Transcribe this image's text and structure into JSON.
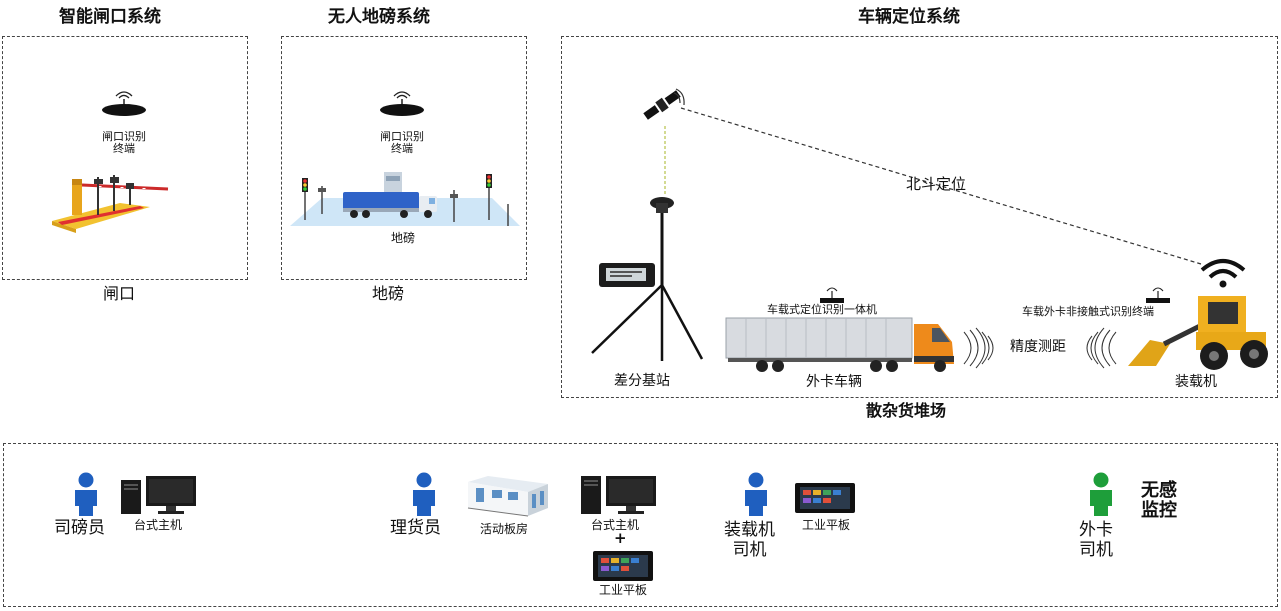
{
  "sections": {
    "gate_system": {
      "title": "智能闸口系统",
      "device_label": "闸口识别\n终端",
      "bottom_label": "闸口"
    },
    "weighbridge_system": {
      "title": "无人地磅系统",
      "device_label": "闸口识别\n终端",
      "scene_label": "地磅",
      "bottom_label": "地磅"
    },
    "positioning_system": {
      "title": "车辆定位系统",
      "beidou_label": "北斗定位",
      "base_station_label": "差分基站",
      "truck_device_label": "车载式定位识别一体机",
      "truck_label": "外卡车辆",
      "ranging_label": "精度测距",
      "loader_device_label": "车载外卡非接触式识别终端",
      "loader_label": "装载机",
      "yard_label": "散杂货堆场"
    }
  },
  "personnel": [
    {
      "role": "司磅员",
      "equipment": "台式主机",
      "role_color": "#1f5fbf"
    },
    {
      "role": "理货员",
      "equipment": "活动板房",
      "role_color": "#1f5fbf",
      "extra_equipment": [
        "台式主机",
        "+",
        "工业平板"
      ]
    },
    {
      "role": "装载机\n司机",
      "equipment": "工业平板",
      "role_color": "#1f5fbf"
    },
    {
      "role": "外卡\n司机",
      "note": "无感\n监控",
      "role_color": "#1e9e3a"
    }
  ]
}
